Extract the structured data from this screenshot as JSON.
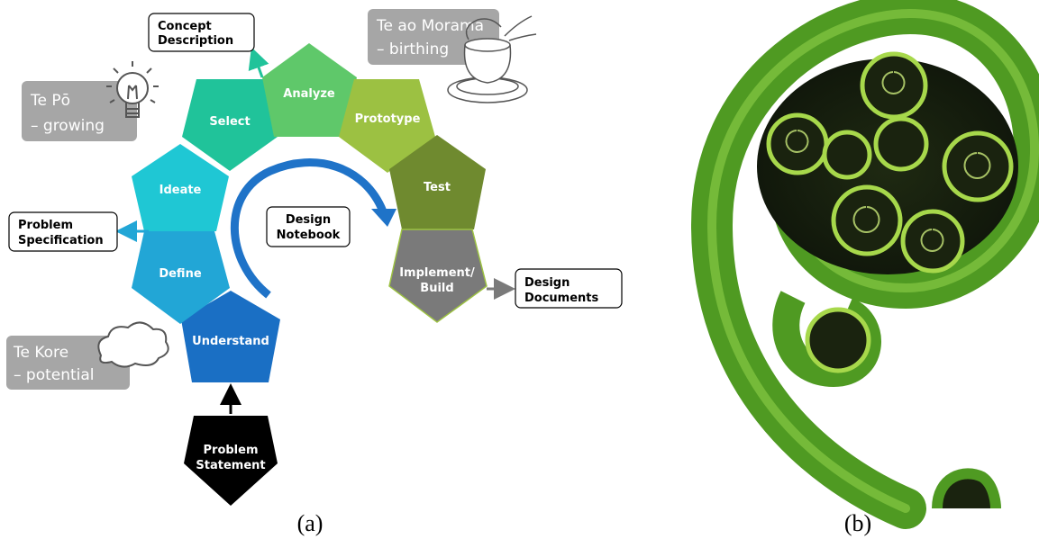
{
  "panel_a": {
    "stages": {
      "understand": "Understand",
      "define": "Define",
      "ideate": "Ideate",
      "select": "Select",
      "analyze": "Analyze",
      "prototype": "Prototype",
      "test": "Test",
      "implement_line1": "Implement/",
      "implement_line2": "Build",
      "problem_line1": "Problem",
      "problem_line2": "Statement"
    },
    "boxes": {
      "concept_line1": "Concept",
      "concept_line2": "Description",
      "problem_spec_line1": "Problem",
      "problem_spec_line2": "Specification",
      "design_docs_line1": "Design",
      "design_docs_line2": "Documents",
      "notebook_line1": "Design",
      "notebook_line2": "Notebook"
    },
    "phases": {
      "te_po_line1": "Te Pō",
      "te_po_line2": "– growing",
      "te_ao_line1": "Te ao Morama",
      "te_ao_line2": "– birthing",
      "te_kore_line1": "Te Kore",
      "te_kore_line2": "– potential"
    },
    "caption": "(a)"
  },
  "panel_b": {
    "caption": "(b)"
  },
  "colors": {
    "understand": "#1a6fc4",
    "define": "#22a6d6",
    "ideate": "#1fc7d4",
    "select": "#20c39a",
    "analyze": "#5fc86a",
    "prototype": "#9cc142",
    "test": "#6f8a2f",
    "implement": "#7a7a7a",
    "problem": "#000000",
    "arrow_blue": "#1f73c8",
    "phase_box": "#a6a6a6",
    "fern_green": "#5fa52a"
  }
}
